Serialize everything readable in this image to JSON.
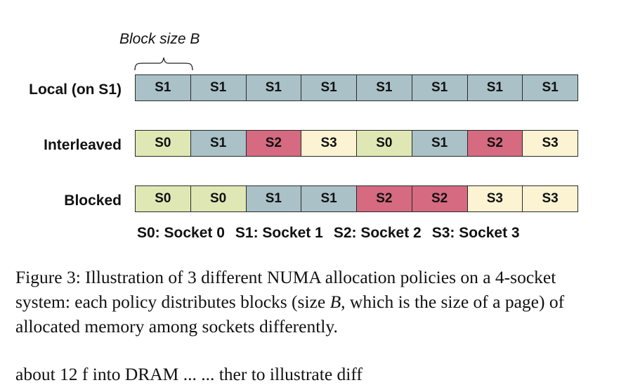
{
  "figure": {
    "block_size_label": "Block size B",
    "colors": {
      "S0": "#dfe8b4",
      "S1": "#a9c1c7",
      "S2": "#d56a80",
      "S3": "#fbf3d1"
    },
    "rows": [
      {
        "label": "Local (on S1)",
        "cells": [
          "S1",
          "S1",
          "S1",
          "S1",
          "S1",
          "S1",
          "S1",
          "S1"
        ]
      },
      {
        "label": "Interleaved",
        "cells": [
          "S0",
          "S1",
          "S2",
          "S3",
          "S0",
          "S1",
          "S2",
          "S3"
        ]
      },
      {
        "label": "Blocked",
        "cells": [
          "S0",
          "S0",
          "S1",
          "S1",
          "S2",
          "S2",
          "S3",
          "S3"
        ]
      }
    ],
    "legend": [
      "S0: Socket 0",
      "S1: Socket 1",
      "S2: Socket 2",
      "S3: Socket 3"
    ]
  },
  "caption": {
    "prefix": "Figure 3: Illustration of 3 different NUMA allocation policies on a 4-socket system: each policy distributes blocks (size ",
    "math": "B",
    "suffix": ", which is the size of a page) of allocated memory among sockets differently."
  },
  "bottom_text": "about 12 f  into DRAM ... ...  ther  to illustrate  diff"
}
